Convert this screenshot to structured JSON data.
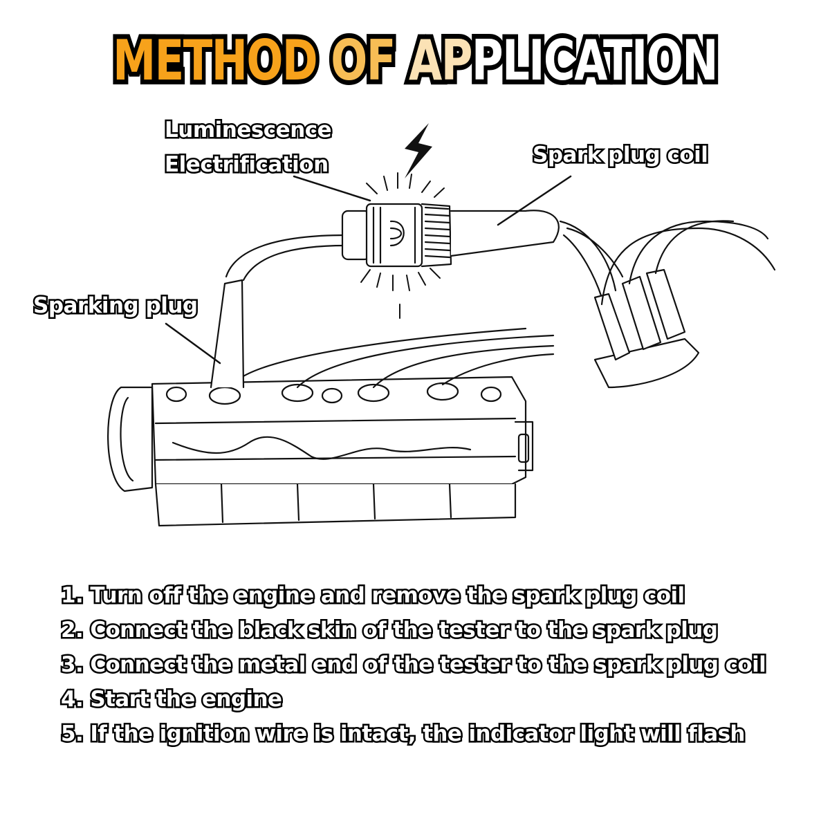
{
  "title": {
    "part1": "METHOD ",
    "part2": "OF ",
    "part3": "AP",
    "part4": "PLICATION"
  },
  "labels": {
    "luminescence": "Luminescence",
    "electrification": "Electrification",
    "spark_plug_coil": "Spark plug coil",
    "sparking_plug": "Sparking plug"
  },
  "steps": [
    "1. Turn off the engine and remove the spark plug coil",
    "2. Connect the black skin of the tester to the spark plug",
    "3. Connect the metal end of the tester to the spark plug coil",
    "4. Start the engine",
    "5. If the ignition wire is intact, the indicator light will flash"
  ],
  "colors": {
    "accent_orange": "#f7a21b",
    "accent_light": "#fbe2b5"
  },
  "icons": [
    "lightning-bolt-icon"
  ]
}
